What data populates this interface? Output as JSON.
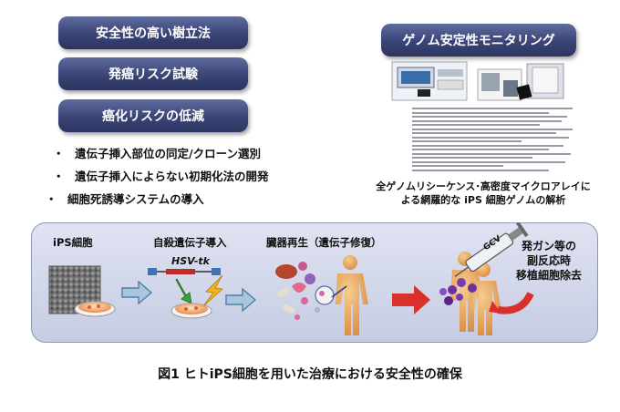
{
  "left_boxes": [
    "安全性の高い樹立法",
    "発癌リスク試験",
    "癌化リスクの低減"
  ],
  "bullets": [
    "遺伝子挿入部位の同定/クローン選別",
    "遺伝子挿入によらない初期化法の開発",
    "細胞死誘導システムの導入"
  ],
  "bullet_marker": "・",
  "genome_box": "ゲノム安定性モニタリング",
  "genome_caption_line1": "全ゲノムリシーケンス･高密度マイクロアレイに",
  "genome_caption_line2": "よる網羅的な iPS 細胞ゲノムの解析",
  "panel": {
    "stage1": "iPS細胞",
    "stage2": "自殺遺伝子導入",
    "gene_label": "HSV-tk",
    "stage3": "臓器再生（遺伝子修復）",
    "syringe_label": "GCV",
    "side_line1": "発ガン等の",
    "side_line2": "副反応時",
    "side_line3": "移植細胞除去"
  },
  "figure_caption": "図1 ヒトiPS細胞を用いた治療における安全性の確保",
  "colors": {
    "pill": "#3a4576",
    "panel": "#d2d7ea",
    "arrow_blue": "#7fa8c9",
    "arrow_red": "#d9302c",
    "figure_skin": "#e9a860"
  }
}
